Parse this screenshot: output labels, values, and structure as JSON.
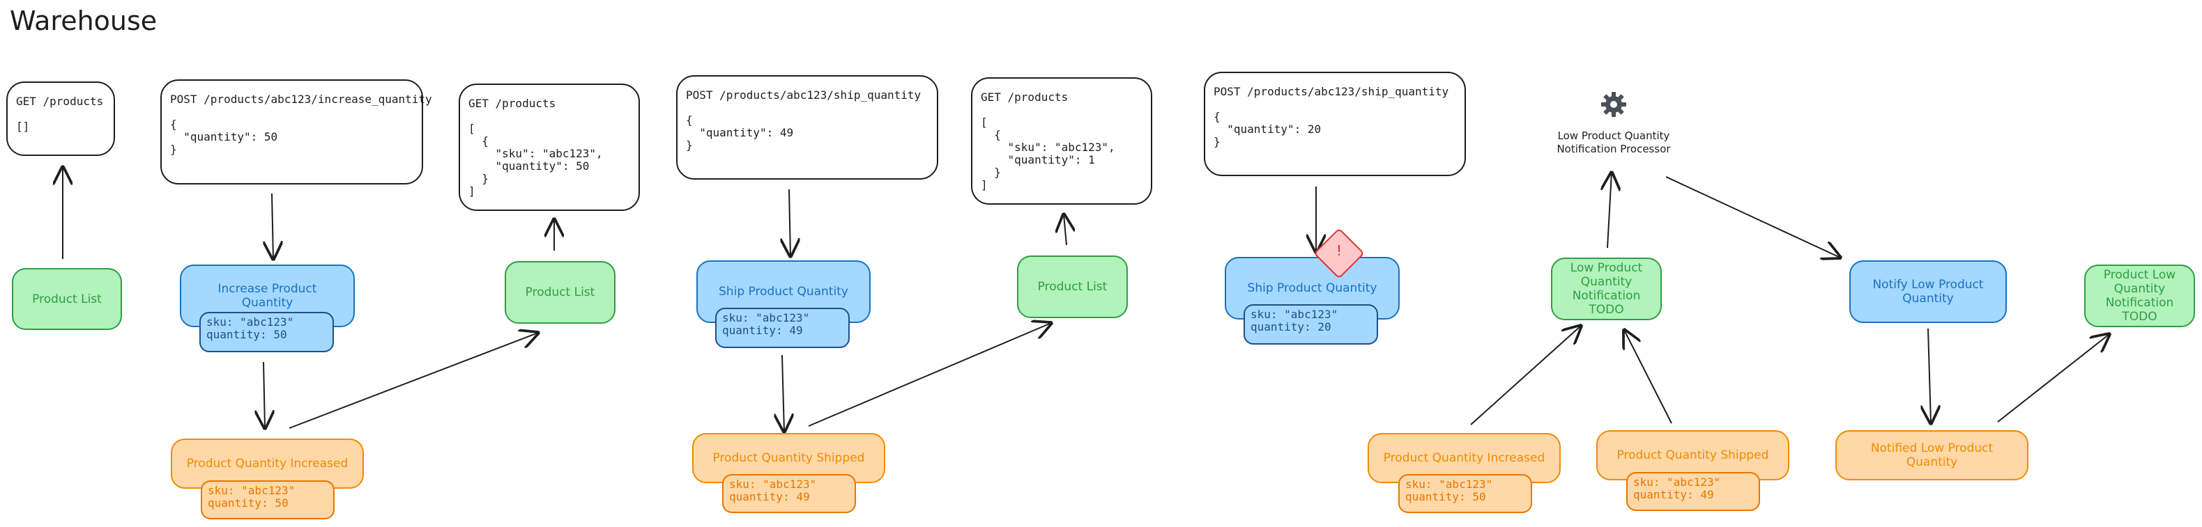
{
  "title": "Warehouse",
  "requests": [
    {
      "text": "GET /products\n\n[]"
    },
    {
      "text": "POST /products/abc123/increase_quantity\n\n{\n  \"quantity\": 50\n}"
    },
    {
      "text": "GET /products\n\n[\n  {\n    \"sku\": \"abc123\",\n    \"quantity\": 50\n  }\n]"
    },
    {
      "text": "POST /products/abc123/ship_quantity\n\n{\n  \"quantity\": 49\n}"
    },
    {
      "text": "GET /products\n\n[\n  {\n    \"sku\": \"abc123\",\n    \"quantity\": 1\n  }\n]"
    },
    {
      "text": "POST /products/abc123/ship_quantity\n\n{\n  \"quantity\": 20\n}"
    }
  ],
  "read_models": [
    {
      "label": "Product List"
    },
    {
      "label": "Product List"
    },
    {
      "label": "Product List"
    },
    {
      "label": "Low Product Quantity Notification TODO"
    },
    {
      "label": "Product Low Quantity Notification TODO"
    }
  ],
  "commands": [
    {
      "label": "Increase Product Quantity",
      "data": "sku: \"abc123\"\nquantity: 50"
    },
    {
      "label": "Ship Product Quantity",
      "data": "sku: \"abc123\"\nquantity: 49"
    },
    {
      "label": "Ship Product Quantity",
      "data": "sku: \"abc123\"\nquantity: 20"
    },
    {
      "label": "Notify Low Product Quantity"
    }
  ],
  "events": [
    {
      "label": "Product Quantity Increased",
      "data": "sku: \"abc123\"\nquantity: 50"
    },
    {
      "label": "Product Quantity Shipped",
      "data": "sku: \"abc123\"\nquantity: 49"
    },
    {
      "label": "Product Quantity Increased",
      "data": "sku: \"abc123\"\nquantity: 50"
    },
    {
      "label": "Product Quantity Shipped",
      "data": "sku: \"abc123\"\nquantity: 49"
    },
    {
      "label": "Notified Low Product Quantity"
    }
  ],
  "processor": {
    "label": "Low Product Quantity Notification Processor",
    "icon": "gear-icon"
  },
  "error_marker": {
    "symbol": "!",
    "icon": "error-diamond-icon"
  },
  "colors": {
    "read_model_fill": "#b2f2bb",
    "command_fill": "#a5d8ff",
    "event_fill": "#ffd8a8",
    "error_fill": "#ffc9c9"
  }
}
